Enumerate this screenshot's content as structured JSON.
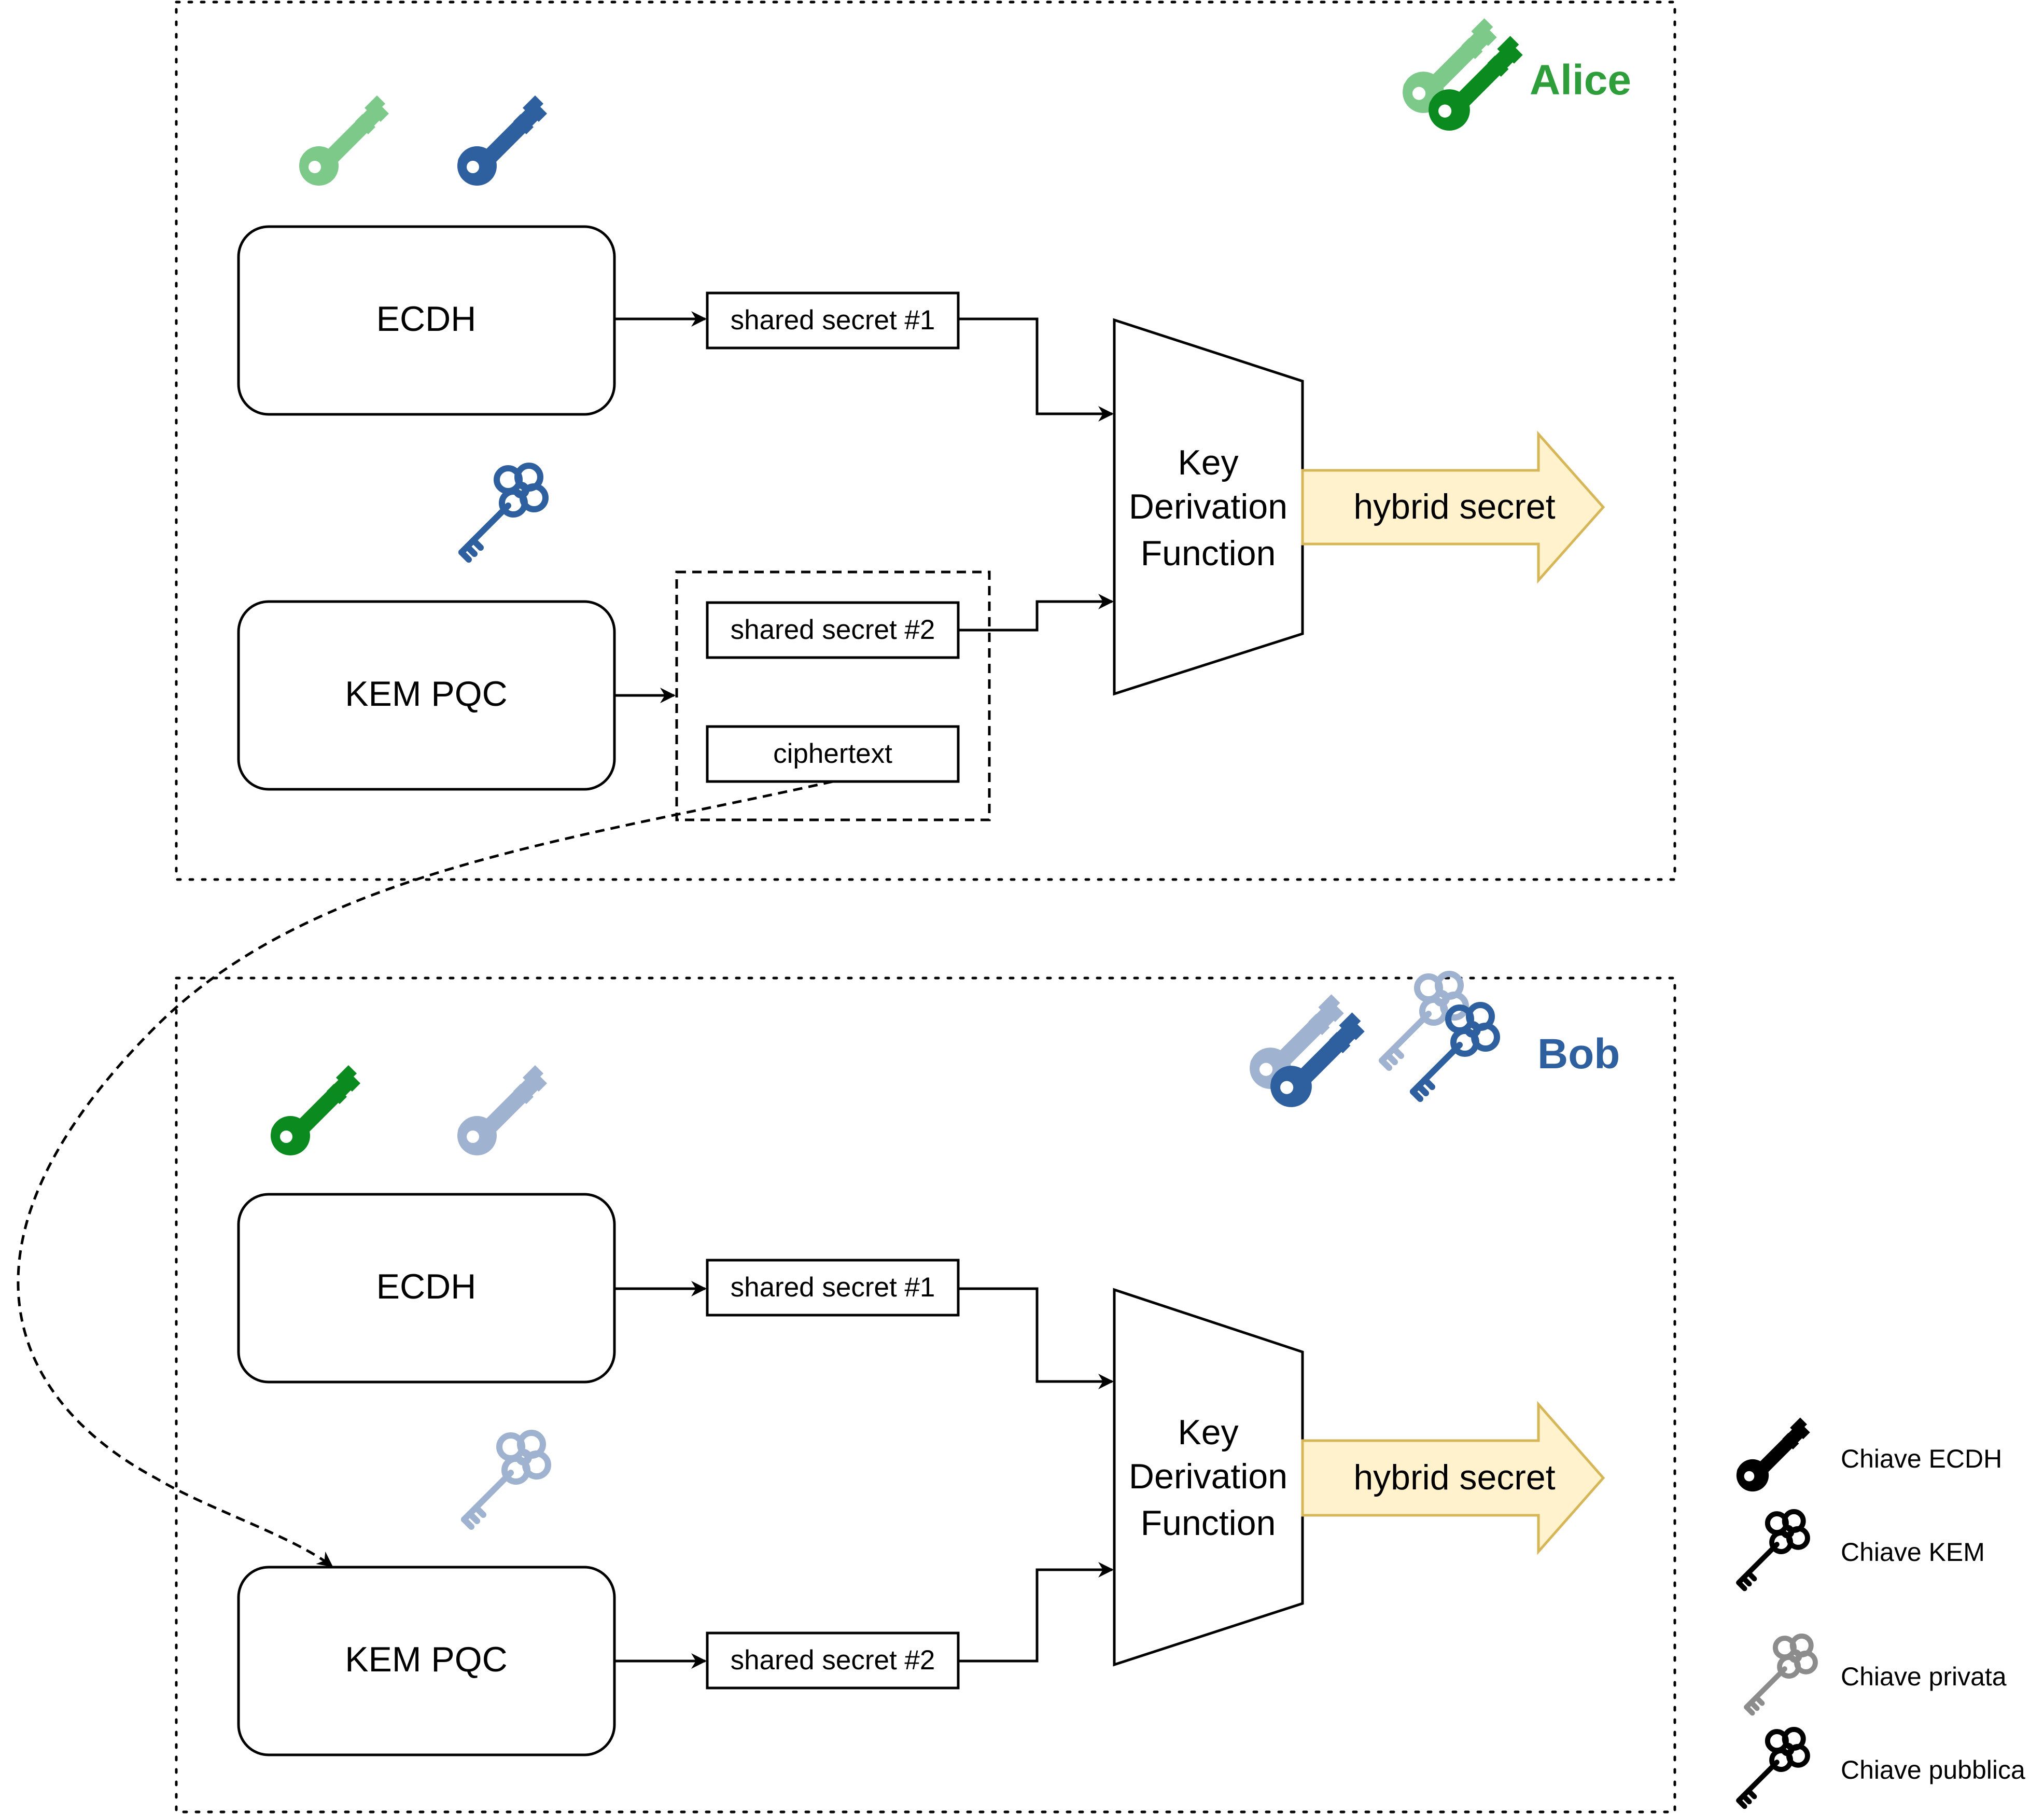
{
  "alice": {
    "name": "Alice",
    "name_color": "#2d9e3a",
    "ecdh_label": "ECDH",
    "kem_label": "KEM PQC",
    "shared_secret_1": "shared secret #1",
    "shared_secret_2": "shared secret #2",
    "ciphertext": "ciphertext",
    "kdf_line1": "Key",
    "kdf_line2": "Derivation",
    "kdf_line3": "Function",
    "hybrid_secret": "hybrid secret"
  },
  "bob": {
    "name": "Bob",
    "name_color": "#2e5f9e",
    "ecdh_label": "ECDH",
    "kem_label": "KEM PQC",
    "shared_secret_1": "shared secret #1",
    "shared_secret_2": "shared secret #2",
    "kdf_line1": "Key",
    "kdf_line2": "Derivation",
    "kdf_line3": "Function",
    "hybrid_secret": "hybrid secret"
  },
  "legend": {
    "ecdh_key": "Chiave ECDH",
    "kem_key": "Chiave KEM",
    "private_key": "Chiave privata",
    "public_key": "Chiave pubblica"
  },
  "colors": {
    "alice_private": "#7dc98a",
    "alice_public": "#0a8a1f",
    "bob_private": "#9fb2d0",
    "bob_public": "#2e5f9e",
    "hybrid_fill": "#fff2cc",
    "hybrid_stroke": "#d6b656",
    "legend_private": "#8c8c8c",
    "legend_public": "#000000"
  }
}
